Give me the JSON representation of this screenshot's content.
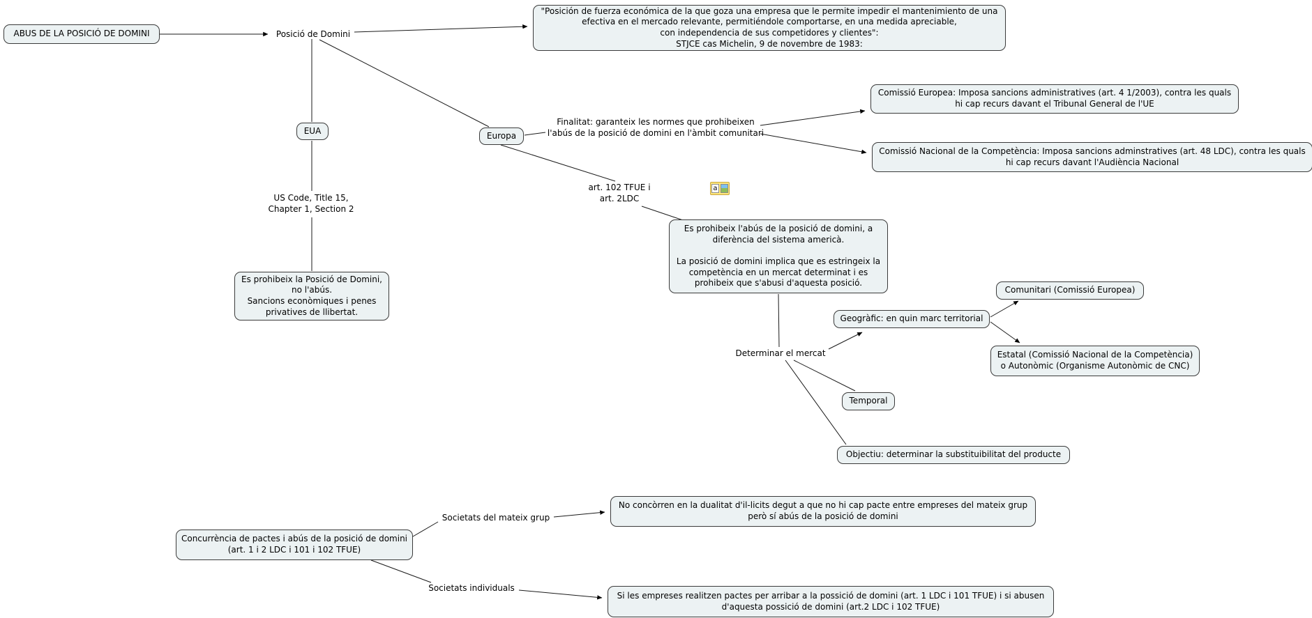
{
  "colors": {
    "background": "#ffffff",
    "node_fill": "#ecf2f3",
    "node_border": "#3a3a3a",
    "text": "#000000",
    "connector": "#000000",
    "resource_icon_fill": "#ffe87c"
  },
  "diagram": {
    "resource_icon_letter": "a",
    "nodes": {
      "root": "ABUS DE LA POSICIÓ DE DOMINI",
      "posicio": "Posició de Domini",
      "quote": [
        "\"Posición de fuerza económica de la que goza una empresa que le permite impedir el mantenimiento de una",
        "efectiva en el mercado relevante, permitiéndole comportarse, en una medida apreciable,",
        "con independencia de sus competidores y clientes\":",
        "STJCE cas Michelin, 9 de novembre de 1983:"
      ],
      "eua": "EUA",
      "europa": "Europa",
      "finalitat": [
        "Finalitat: garanteix les normes que prohibeixen",
        "l'abús de la posició de domini en l'àmbit comunitari"
      ],
      "comissio_europea": [
        "Comissió Europea: Imposa sancions administratives (art. 4 1/2003), contra les quals",
        "hi cap recurs davant el Tribunal General de l'UE"
      ],
      "comissio_nacional": [
        "Comissió Nacional de la Competència: Imposa sancions adminstratives (art. 48 LDC), contra les quals",
        "hi cap recurs davant l'Audiència Nacional"
      ],
      "us_code": [
        "US Code, Title 15,",
        "Chapter 1, Section 2"
      ],
      "art_102": [
        "art. 102 TFUE i",
        "art. 2LDC"
      ],
      "eua_detall": [
        "Es prohibeix la Posició de Domini,",
        "no l'abús.",
        "Sancions econòmiques i penes",
        "privatives de llibertat."
      ],
      "europa_detall": [
        "Es prohibeix l'abús de la posició de domini, a",
        "diferència del sistema americà.",
        "",
        "La posició de domini implica que es estringeix la",
        "competència en un mercat determinat i es",
        "prohibeix que s'abusi d'aquesta posició."
      ],
      "determinar": "Determinar el mercat",
      "geografic": "Geogràfic: en quin marc territorial",
      "comunitari": "Comunitari (Comissió Europea)",
      "estatal": [
        "Estatal (Comissió Nacional de la Competència)",
        "o Autonòmic (Organisme Autonòmic de CNC)"
      ],
      "temporal": "Temporal",
      "objectiu": "Objectiu: determinar la substituibilitat del producte",
      "concurrencia": [
        "Concurrència de pactes i abús de la posició de domini",
        "(art. 1 i 2 LDC i 101 i 102 TFUE)"
      ],
      "mateix_grup": "Societats del mateix grup",
      "no_concorren": [
        "No concòrren en la dualitat d'il-licits degut a que no hi cap pacte entre empreses del mateix grup",
        "però sí abús de la posició de domini"
      ],
      "individuals": "Societats individuals",
      "si_pactes": [
        "Si les empreses realitzen pactes per arribar a la possició de domini (art. 1 LDC i 101 TFUE) i si abusen",
        "d'aquesta possició de domini (art.2 LDC i 102 TFUE)"
      ]
    }
  }
}
